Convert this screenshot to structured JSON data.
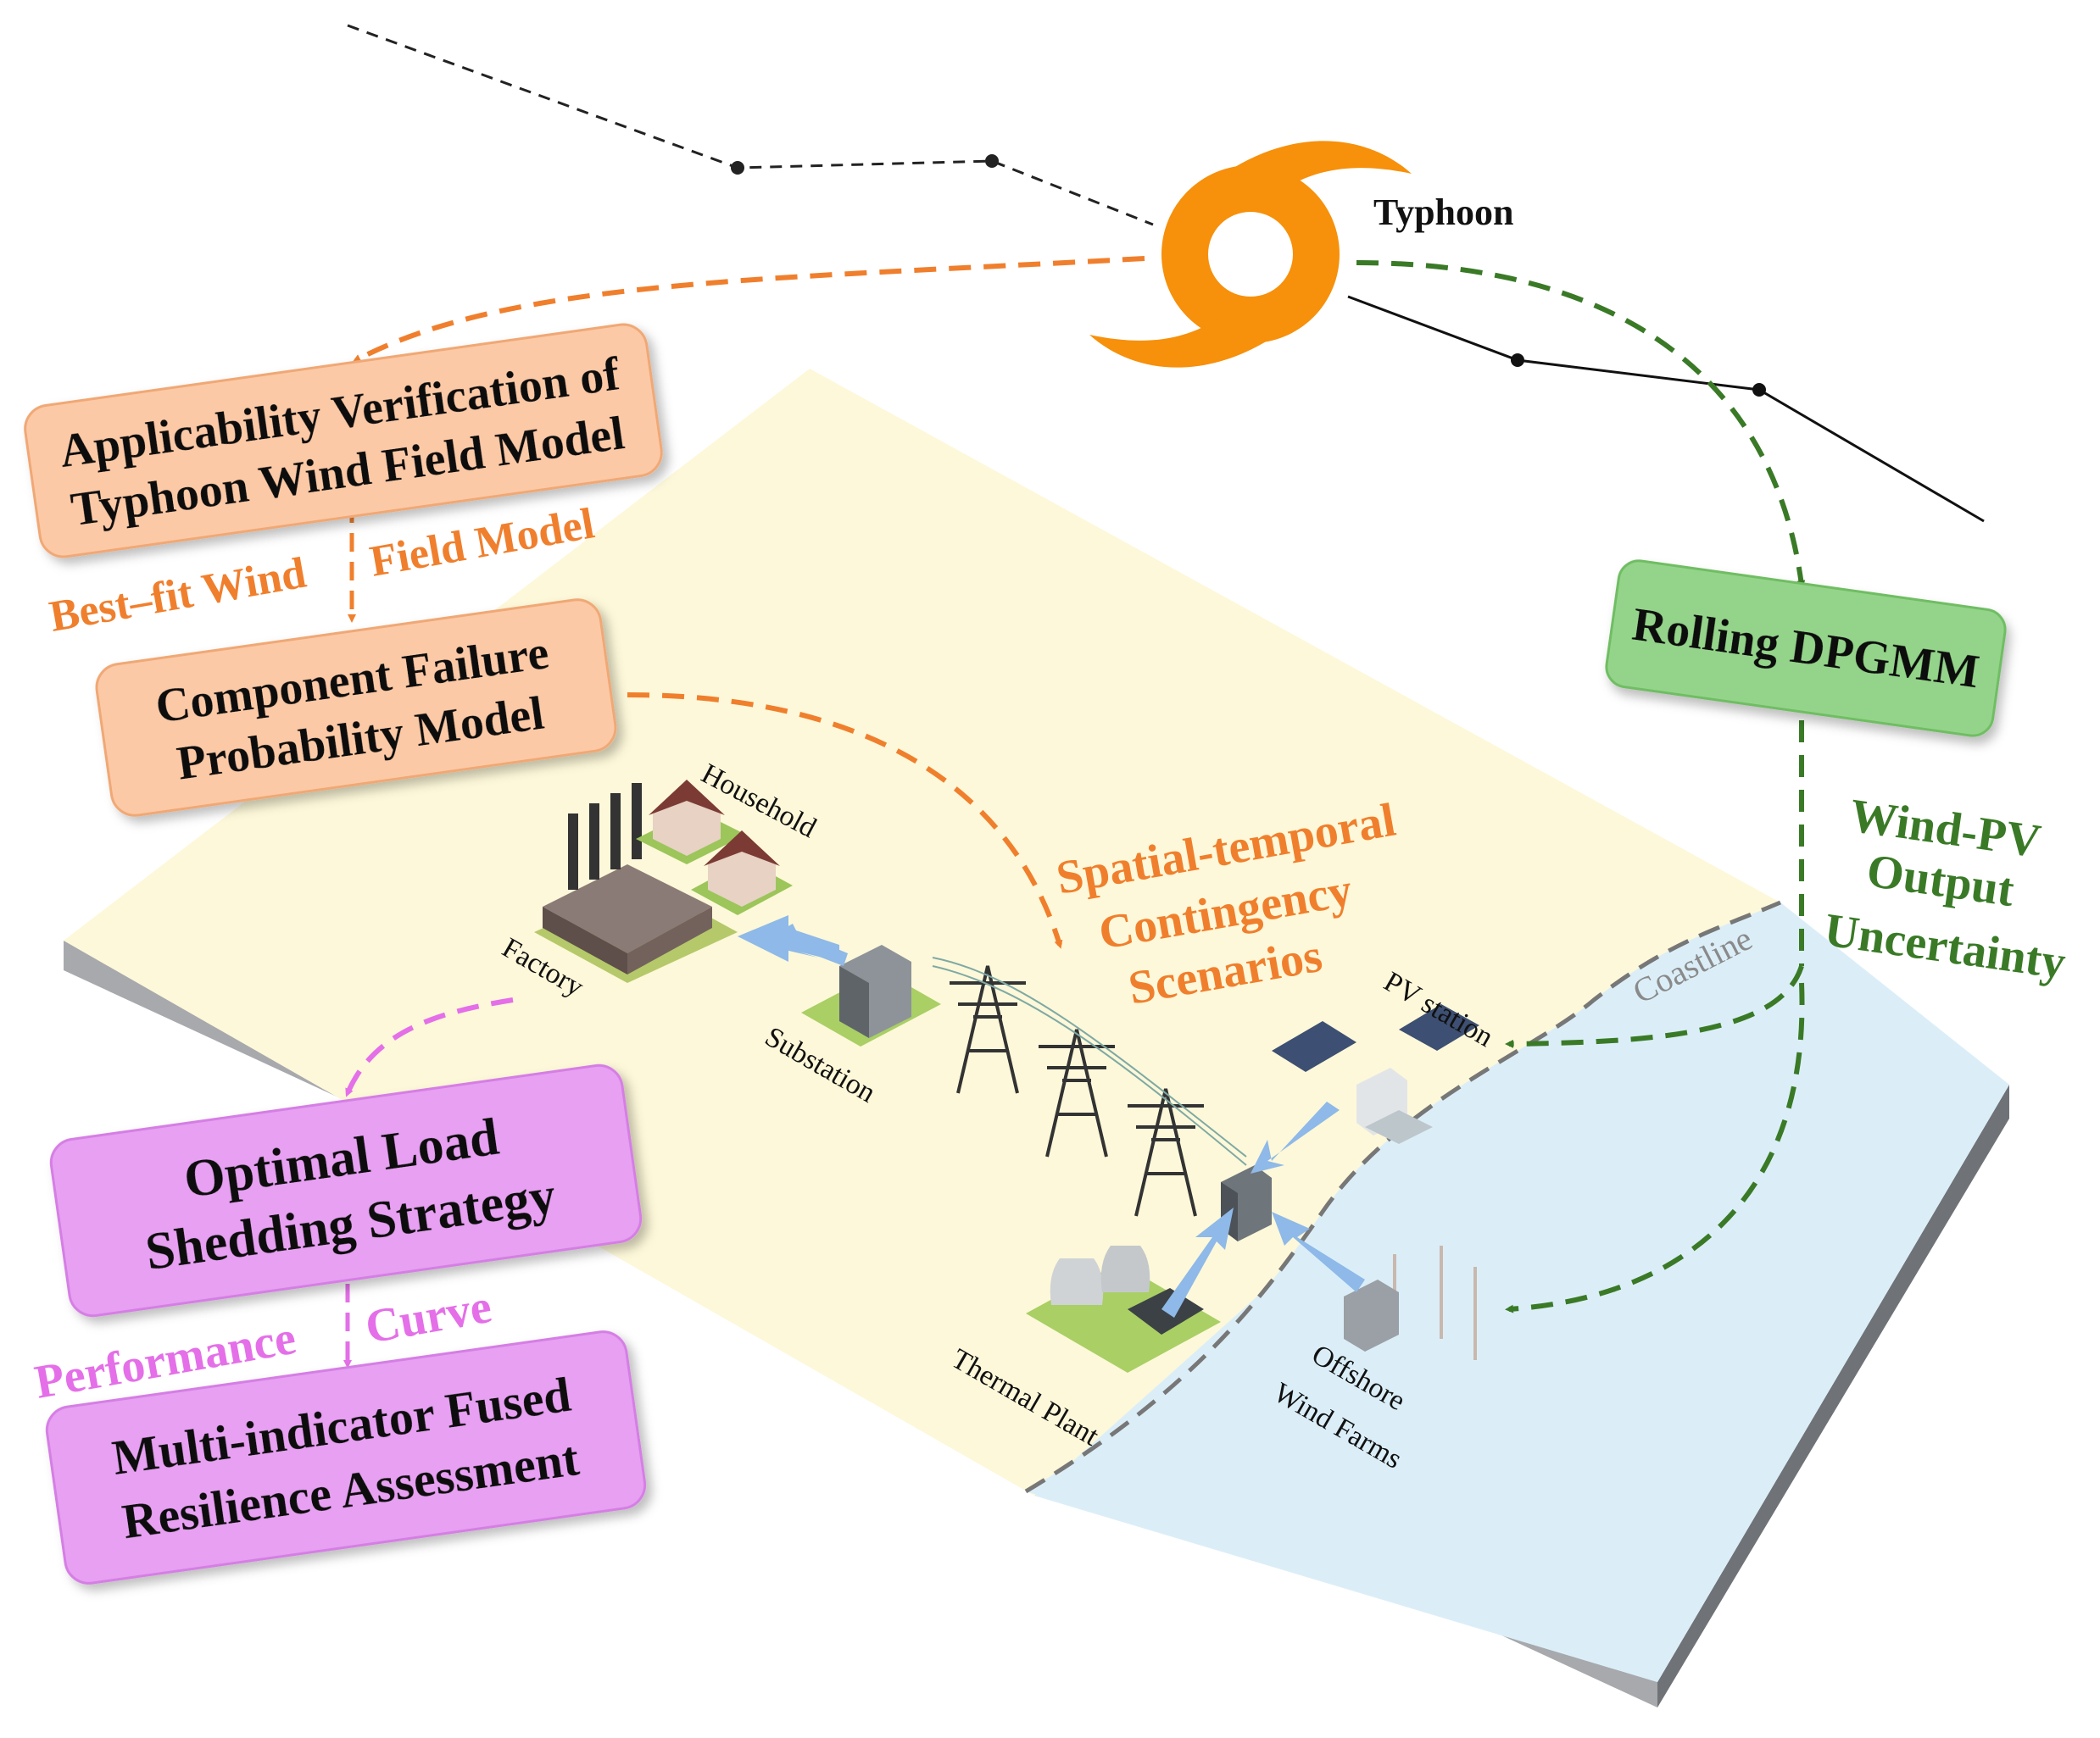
{
  "typhoon": {
    "label": "Typhoon"
  },
  "boxes": {
    "applicability": {
      "line1": "Applicability Verification of",
      "line2": "Typhoon Wind Field Model"
    },
    "failure": {
      "line1": "Component Failure",
      "line2": "Probability Model"
    },
    "rolling": {
      "line1": "Rolling DPGMM"
    },
    "shedding": {
      "line1": "Optimal Load",
      "line2": "Shedding Strategy"
    },
    "resilience": {
      "line1": "Multi-indicator Fused",
      "line2": "Resilience Assessment"
    }
  },
  "flow_labels": {
    "best_fit": {
      "part1": "Best–fit Wind",
      "part2": "Field Model"
    },
    "contingency": {
      "line1": "Spatial-temporal",
      "line2": "Contingency",
      "line3": "Scenarios"
    },
    "uncertainty": {
      "line1": "Wind-PV",
      "line2": "Output",
      "line3": "Uncertainty"
    },
    "performance": {
      "part1": "Performance",
      "part2": "Curve"
    }
  },
  "facilities": {
    "household": "Household",
    "factory": "Factory",
    "substation": "Substation",
    "pv_station": "PV station",
    "thermal_plant": "Thermal Plant",
    "offshore_line1": "Offshore",
    "offshore_line2": "Wind Farms",
    "coastline": "Coastline"
  },
  "colors": {
    "orange": "#f07f2d",
    "orange_box": "#fcc9a6",
    "green": "#3a7a27",
    "green_box": "#94d48a",
    "pink": "#e46fe8",
    "pink_box": "#e7a0f2",
    "land": "#fdf8d9",
    "sea": "#dbeef8",
    "typhoon": "#f7900a",
    "flow_arrow": "#8eb9e8"
  }
}
